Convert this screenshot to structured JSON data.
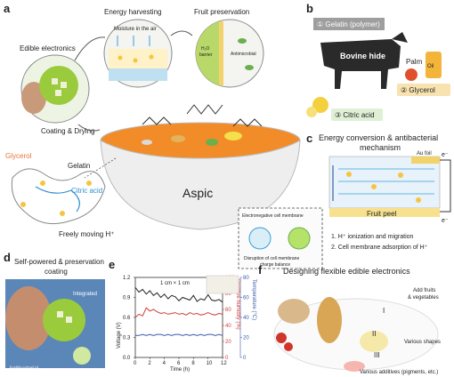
{
  "panels": {
    "a": {
      "letter": "a",
      "edible_electronics": "Edible electronics",
      "coating_drying": "Coating & Drying",
      "energy_harvesting": "Energy harvesting",
      "moisture_in_air": "Moisture in the air",
      "fruit_preservation": "Fruit preservation",
      "h2o_barrier_1": "H₂O",
      "h2o_barrier_2": "barrier",
      "antimicrobial": "Antimicrobial",
      "gelatin": "Gelatin",
      "glycerol": "Glycerol",
      "citric_acid": "Citric acid",
      "freely_moving": "Freely moving H⁺",
      "aspic": "Aspic"
    },
    "b": {
      "letter": "b",
      "gelatin_polymer": "① Gelatin (polymer)",
      "bovine_hide": "Bovine hide",
      "palm": "Palm",
      "oil": "Oil",
      "glycerol": "② Glycerol",
      "citric_acid": "③ Citric acid"
    },
    "c": {
      "letter": "c",
      "title_line1": "Energy conversion & antibacterial",
      "title_line2": "mechanism",
      "au_foil": "Au foil",
      "fruit_peel": "Fruit peel",
      "electron_1": "e⁻",
      "electron_2": "e⁻",
      "electronegative_membrane": "Electronegative cell membrane",
      "disruption_line1": "Disruption of cell membrane",
      "disruption_line2": "charge balance",
      "step1": "1. H⁺ ionization and migration",
      "step2": "2. Cell membrane adsorption of H⁺"
    },
    "d": {
      "letter": "d",
      "title_line1": "Self-powered & preservation",
      "title_line2": "coating",
      "integrated": "Integrated",
      "antibacterial": "Antibacterial"
    },
    "e": {
      "letter": "e",
      "size_label": "1 cm × 1 cm"
    },
    "f": {
      "letter": "f",
      "title": "Designing flexible edible electronics",
      "label_I": "I",
      "label_II": "II",
      "label_III": "III",
      "add_fruits_1": "Add fruits",
      "add_fruits_2": "& vegetables",
      "various_shapes": "Various shapes",
      "various_additives": "Various additives (pigments, etc.)"
    }
  },
  "chart_data": {
    "type": "line",
    "xlabel": "Time (h)",
    "ylabel": "Voltage (V)",
    "y2label": "Relative humidity (%)",
    "y3label": "Temperature (°C)",
    "xlim": [
      0,
      12
    ],
    "ylim": [
      0.0,
      1.2
    ],
    "y2lim": [
      0,
      100
    ],
    "y3lim": [
      0,
      80
    ],
    "x_ticks": [
      "0",
      "2",
      "4",
      "6",
      "8",
      "10",
      "12"
    ],
    "y_ticks": [
      "0.0",
      "0.3",
      "0.6",
      "0.9",
      "1.2"
    ],
    "y2_ticks": [
      "0",
      "20",
      "40",
      "60",
      "80",
      "100"
    ],
    "y3_ticks": [
      "0",
      "20",
      "40",
      "60",
      "80"
    ],
    "series": [
      {
        "color": "#222222",
        "axis": "left",
        "x": [
          0,
          0.5,
          1,
          1.5,
          2,
          2.5,
          3,
          3.5,
          4,
          4.5,
          5,
          5.5,
          6,
          6.5,
          7,
          7.5,
          8,
          8.5,
          9,
          9.5,
          10,
          10.5,
          11,
          11.5,
          12
        ],
        "values": [
          1.05,
          0.98,
          1.02,
          0.95,
          1.0,
          0.93,
          0.97,
          0.9,
          0.95,
          0.88,
          0.93,
          0.91,
          0.85,
          0.9,
          0.88,
          0.86,
          0.93,
          0.84,
          0.88,
          0.86,
          0.94,
          0.86,
          0.85,
          0.87,
          0.83
        ]
      },
      {
        "color": "#d23c3c",
        "axis": "right",
        "x": [
          0,
          0.5,
          1,
          1.5,
          2,
          2.5,
          3,
          3.5,
          4,
          4.5,
          5,
          5.5,
          6,
          6.5,
          7,
          7.5,
          8,
          8.5,
          9,
          9.5,
          10,
          10.5,
          11,
          11.5,
          12
        ],
        "values": [
          50,
          54,
          52,
          62,
          58,
          60,
          57,
          55,
          56,
          54,
          55,
          56,
          54,
          55,
          53,
          56,
          54,
          55,
          53,
          54,
          56,
          54,
          53,
          55,
          54
        ]
      },
      {
        "color": "#3c5aa8",
        "axis": "third",
        "x": [
          0,
          0.5,
          1,
          1.5,
          2,
          2.5,
          3,
          3.5,
          4,
          4.5,
          5,
          5.5,
          6,
          6.5,
          7,
          7.5,
          8,
          8.5,
          9,
          9.5,
          10,
          10.5,
          11,
          11.5,
          12
        ],
        "values": [
          22,
          22,
          23,
          22,
          23,
          22,
          23,
          23,
          22,
          23,
          22,
          23,
          23,
          22,
          23,
          22,
          23,
          22,
          23,
          22,
          23,
          23,
          22,
          23,
          22
        ]
      }
    ]
  },
  "colors": {
    "bowl": "#f0f0f0",
    "soup": "#f28c28",
    "accent_blue": "#3aa0d8",
    "gelatin_gray": "#8a8a8a",
    "glycerol_orange": "#e8743b",
    "citric_blue": "#2f8fd0",
    "ion_yellow": "#f5c542",
    "panel_d_bg": "#5b86b8"
  }
}
